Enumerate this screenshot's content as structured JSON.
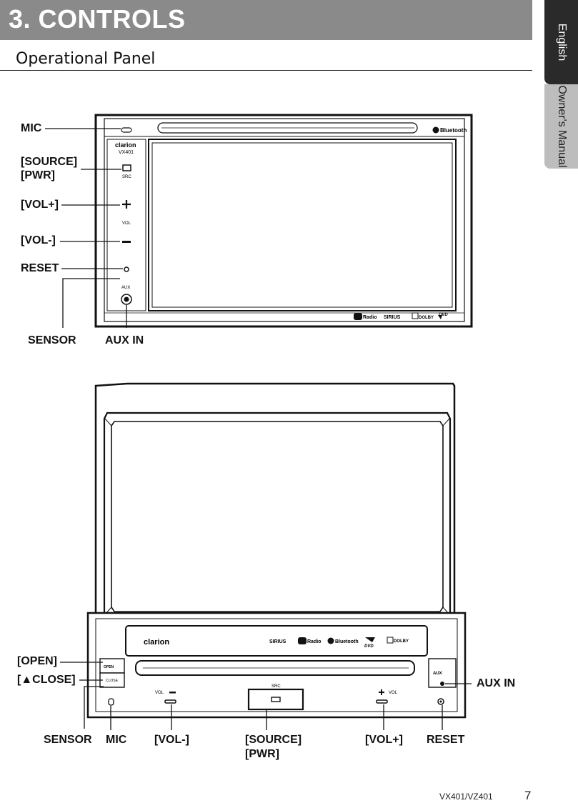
{
  "header": {
    "title": "3. CONTROLS",
    "section": "Operational Panel"
  },
  "side_tabs": {
    "language": "English",
    "doc": "Owner's Manual"
  },
  "figure1": {
    "callouts": {
      "mic": "MIC",
      "source": "[SOURCE]",
      "pwr": "[PWR]",
      "vol_up": "[VOL+]",
      "vol_down": "[VOL-]",
      "reset": "RESET",
      "sensor": "SENSOR",
      "aux_in": "AUX IN"
    },
    "panel_text": {
      "brand": "clarion",
      "model": "VX401",
      "src": "SRC",
      "vol": "VOL",
      "aux": "AUX",
      "bluetooth": "Bluetooth",
      "hd_radio": "Radio",
      "sirius": "SIRIUS",
      "dolby": "DOLBY",
      "dvd": "DVD"
    }
  },
  "figure2": {
    "callouts": {
      "open": "[OPEN]",
      "close": "[▲CLOSE]",
      "sensor": "SENSOR",
      "mic": "MIC",
      "vol_down": "[VOL-]",
      "source": "[SOURCE]",
      "pwr": "[PWR]",
      "vol_up": "[VOL+]",
      "reset": "RESET",
      "aux_in": "AUX IN"
    },
    "panel_text": {
      "brand": "clarion",
      "sirius": "SIRIUS",
      "hd_radio": "Radio",
      "bluetooth": "Bluetooth",
      "dvd": "DVD",
      "dolby": "DOLBY",
      "src": "SRC",
      "vol": "VOL",
      "open": "OPEN",
      "close": "CLOSE",
      "aux": "AUX"
    }
  },
  "footer": {
    "models": "VX401/VZ401",
    "page": "7"
  }
}
